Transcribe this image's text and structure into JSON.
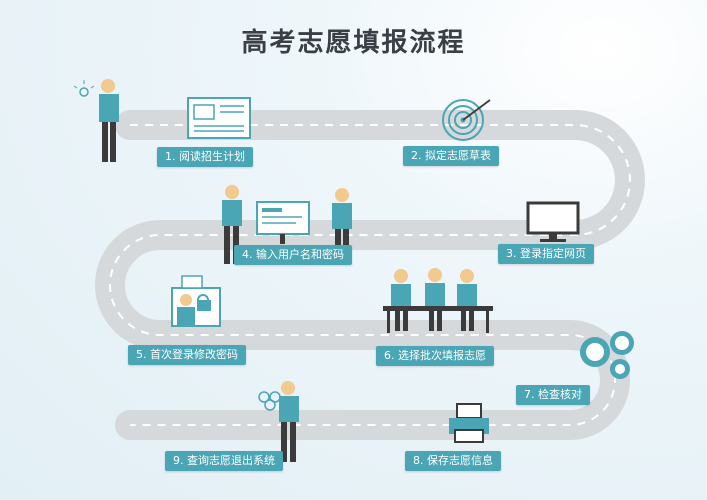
{
  "title": "高考志愿填报流程",
  "steps": [
    {
      "label": "1.  阅读招生计划"
    },
    {
      "label": "2.  拟定志愿草表"
    },
    {
      "label": "3. 登录指定网页"
    },
    {
      "label": "4. 输入用户名和密码"
    },
    {
      "label": "5. 首次登录修改密码"
    },
    {
      "label": "6.  选择批次填报志愿"
    },
    {
      "label": "7. 检查核对"
    },
    {
      "label": "8.  保存志愿信息"
    },
    {
      "label": "9.  查询志愿退出系统"
    }
  ],
  "colors": {
    "road": "#d6d9dc",
    "road_dash": "#ffffff",
    "teal": "#4aa5b4",
    "dark": "#3b3b3b",
    "skin": "#f2c98f"
  }
}
